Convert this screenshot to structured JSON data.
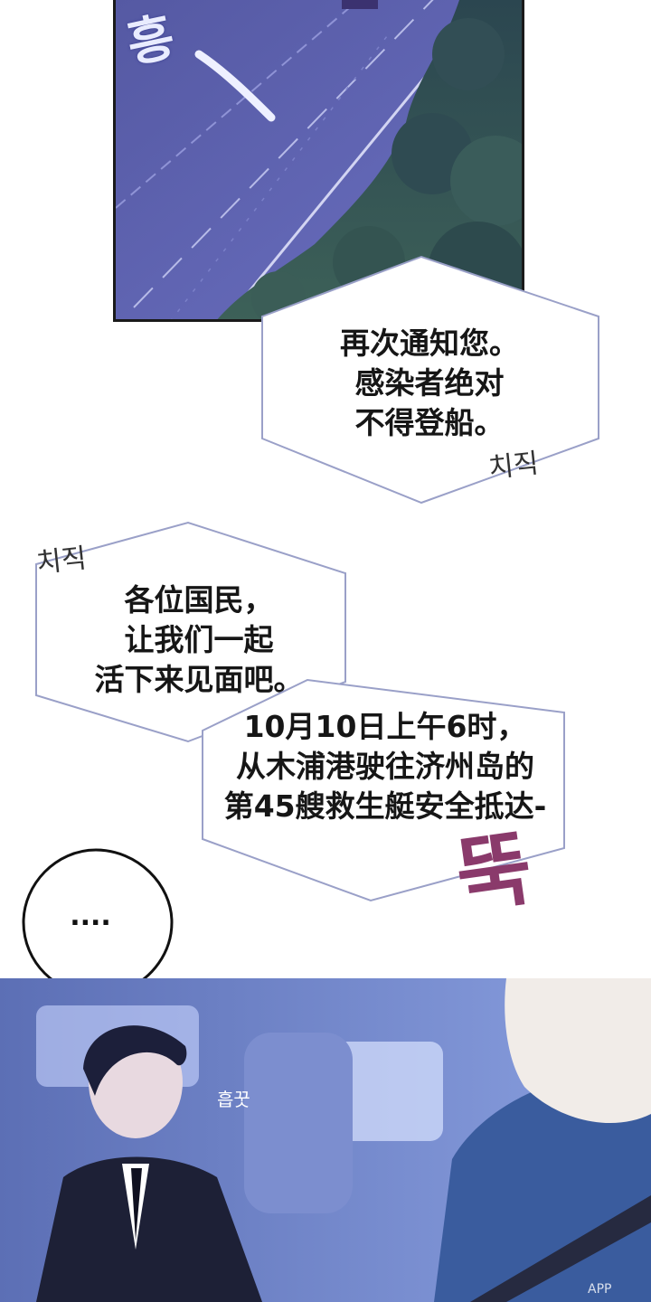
{
  "captions": {
    "box1": {
      "lines": [
        "再次通知您。",
        "感染者绝对",
        "不得登船。"
      ]
    },
    "box2": {
      "lines": [
        "各位国民，",
        "让我们一起",
        "活下来见面吧。"
      ]
    },
    "box3": {
      "lines": [
        "10月10日上午6时，",
        "从木浦港驶往济州岛的",
        "第45艘救生艇安全抵达-"
      ]
    }
  },
  "speech": {
    "text": "...."
  },
  "sfx": {
    "top_sfx": "흥",
    "static1": "치직",
    "static2": "치직",
    "door": "뚝",
    "gulp": "흡꿋"
  },
  "watermark": "APP",
  "colors": {
    "night_road": "#5b5fa8",
    "trees": "#2c4a4f",
    "car_interior": "#6f84c8",
    "sfx_door": "#8a3a6b"
  }
}
